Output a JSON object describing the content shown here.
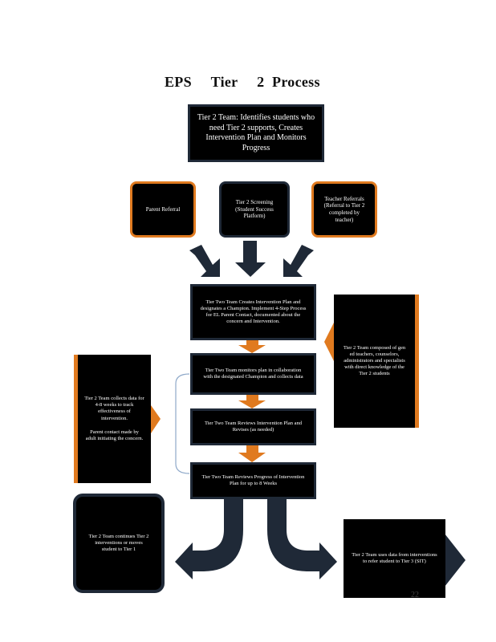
{
  "title": "EPS     Tier     2  Process",
  "page_number": "22",
  "nodes": {
    "top": "Tier 2 Team: Identifies students who need Tier 2 supports, Creates Intervention Plan and Monitors Progress",
    "parent_referral": "Parent    Referral",
    "screening": "Tier 2 Screening (Student Success Platform)",
    "teacher_referral": "Teacher Referrals (Referral to Tier 2 completed by teacher)",
    "create_plan": "Tier Two Team Creates Intervention Plan and designates a Champion. Implement 4-Step Process for EL Parent Contact, documented about the concern and Intervention.",
    "monitor": "Tier Two Team monitors plan in collaboration with the designated Champion and collects data",
    "review_revise": "Tier Two Team Reviews Intervention Plan and Revises (as needed)",
    "review_progress": "Tier Two Team Reviews Progress of Intervention Plan for up to 8 Weeks",
    "team_composed": "Tier 2 Team composed of gen ed teachers, counselors, administrators and specialists with direct knowledge of the Tier 2 students",
    "collects_data": "Tier 2 Team collects data for 4-8 weeks to track effectiveness of intervention.",
    "parent_contact": "Parent contact made by adult initiating the concern.",
    "continue": "Tier 2 Team continues Tier 2 interventions or moves student to Tier 1",
    "refer_tier3": "Tier 2 Team uses data from interventions to refer student to Tier 3 (SIT)"
  },
  "colors": {
    "box_fill": "#000000",
    "navy": "#1f2937",
    "orange": "#e07a1f"
  }
}
